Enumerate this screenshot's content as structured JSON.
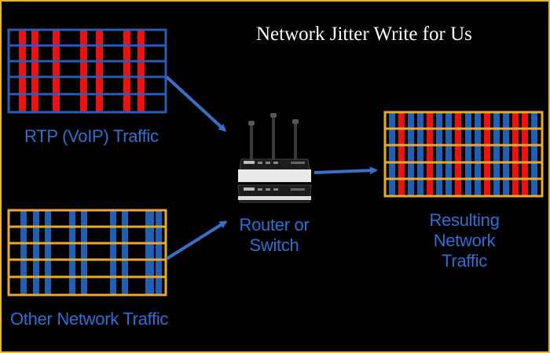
{
  "title": "Network Jitter Write for Us",
  "labels": {
    "rtp": "RTP (VoIP) Traffic",
    "other": "Other Network Traffic",
    "router_line1": "Router or",
    "router_line2": "Switch",
    "result_line1": "Resulting",
    "result_line2": "Network",
    "result_line3": "Traffic"
  },
  "colors": {
    "background": "#000000",
    "frame": "#e8b23a",
    "rtp_lane_border": "#2b5db8",
    "other_lane_border": "#e8a92e",
    "result_lane_border": "#e8a92e",
    "rtp_packet": "#ee1111",
    "other_packet": "#1f5fb5",
    "arrow": "#3a6fc8",
    "label_text": "#2f6fd1",
    "title_text": "#ffffff"
  },
  "icons": {
    "router": "router-icon",
    "arrow": "arrow-icon"
  },
  "streams": {
    "rtp_packets": [
      "rtp",
      "rtp",
      "rtp",
      "rtp",
      "rtp",
      "rtp",
      "rtp"
    ],
    "other_packets": [
      "other",
      "other",
      "other",
      "other",
      "other",
      "other",
      "other",
      "other",
      "other",
      "other"
    ],
    "result_sequence": [
      "other",
      "rtp",
      "other",
      "other",
      "rtp",
      "other",
      "other",
      "rtp",
      "other",
      "other",
      "rtp",
      "other",
      "other",
      "rtp",
      "rtp",
      "other"
    ]
  }
}
